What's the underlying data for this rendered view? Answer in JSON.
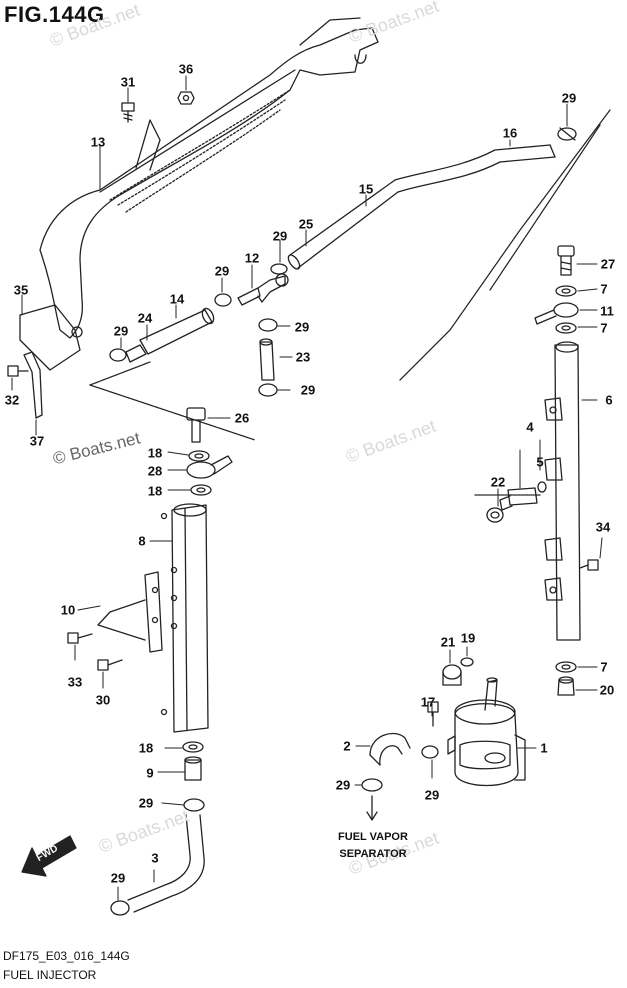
{
  "figure": {
    "title": "FIG.144G",
    "code": "DF175_E03_016_144G",
    "name": "FUEL INJECTOR"
  },
  "watermark": {
    "text": "© Boats.net"
  },
  "fwd_label": "FWD",
  "note": {
    "line1": "FUEL VAPOR",
    "line2": "SEPARATOR"
  },
  "callouts": [
    "31",
    "36",
    "13",
    "29",
    "16",
    "15",
    "25",
    "29",
    "12",
    "29",
    "24",
    "14",
    "29",
    "29",
    "23",
    "29",
    "35",
    "32",
    "37",
    "26",
    "18",
    "28",
    "18",
    "27",
    "7",
    "11",
    "7",
    "6",
    "4",
    "5",
    "22",
    "34",
    "8",
    "10",
    "33",
    "30",
    "21",
    "19",
    "7",
    "20",
    "17",
    "2",
    "1",
    "29",
    "29",
    "18",
    "9",
    "29",
    "3",
    "29"
  ]
}
